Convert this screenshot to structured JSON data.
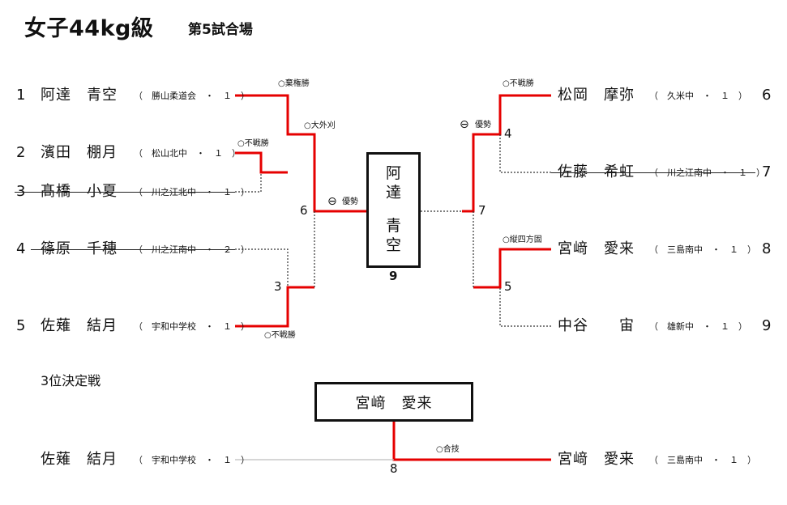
{
  "header": {
    "title": "女子44kg級",
    "subtitle": "第5試合場"
  },
  "left_entries": [
    {
      "seed": "1",
      "name": "阿達　青空",
      "school": "（　勝山柔道会　・　１　）",
      "withdrawn": false
    },
    {
      "seed": "2",
      "name": "濱田　棚月",
      "school": "（　松山北中　・　１　）",
      "withdrawn": false
    },
    {
      "seed": "3",
      "name": "髙橋　小夏",
      "school": "（　川之江北中　・　１　）",
      "withdrawn": true
    },
    {
      "seed": "4",
      "name": "篠原　千穂",
      "school": "（　川之江南中　・　２　）",
      "withdrawn": true
    },
    {
      "seed": "5",
      "name": "佐薙　結月",
      "school": "（　宇和中学校　・　１　）",
      "withdrawn": false
    }
  ],
  "right_entries": [
    {
      "seed": "6",
      "name": "松岡　摩弥",
      "school": "（　久米中　・　１　）",
      "withdrawn": false
    },
    {
      "seed": "7",
      "name": "佐藤　希虹",
      "school": "（　川之江南中　・　１　）",
      "withdrawn": true
    },
    {
      "seed": "8",
      "name": "宮﨑　愛来",
      "school": "（　三島南中　・　１　）",
      "withdrawn": false
    },
    {
      "seed": "9",
      "name": "中谷　　宙",
      "school": "（　雄新中　・　１　）",
      "withdrawn": false
    }
  ],
  "match_numbers": {
    "m3": "3",
    "m4": "4",
    "m5": "5",
    "m6": "6",
    "m7": "7",
    "final": "9",
    "third": "8"
  },
  "results": {
    "r1_vs_r2": "○棄権勝",
    "r2_vs_r3": "○不戦勝",
    "left_semi": "○大外刈",
    "left_final": "優勢",
    "r5": "○不戦勝",
    "r6": "○不戦勝",
    "right_semi": "優勢",
    "r8": "○縦四方固",
    "third_place": "○合技"
  },
  "final_mark_symbol": "⊖",
  "champion": {
    "chars": [
      "阿",
      "達",
      "青",
      "空"
    ]
  },
  "third_place": {
    "heading": "3位決定戦",
    "winner": "宮﨑　愛来",
    "left": {
      "name": "佐薙　結月",
      "school": "（　宇和中学校　・　１　）"
    },
    "right": {
      "name": "宮﨑　愛来",
      "school": "（　三島南中　・　１　）"
    }
  },
  "colors": {
    "winner_line": "#e60000",
    "loser_line": "#333333",
    "plain_line": "#bdbdbd",
    "text": "#111111"
  }
}
